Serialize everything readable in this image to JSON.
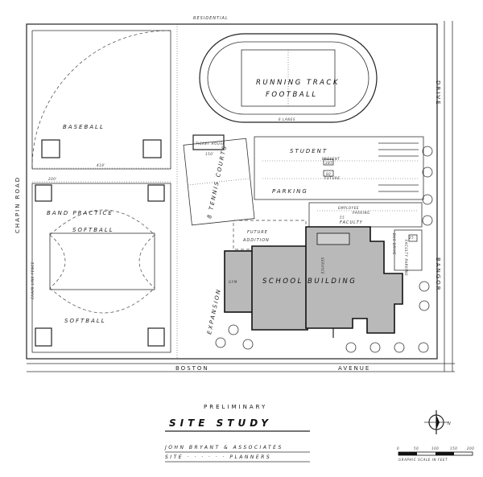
{
  "labels": {
    "residential": "RESIDENTIAL",
    "running_track": "RUNNING TRACK",
    "football": "FOOTBALL",
    "lanes": "6 LANES",
    "baseball": "BASEBALL",
    "ticket_house": "TICKET HOUSE",
    "tennis_courts": "8 TENNIS COURTS",
    "student": "STUDENT",
    "parking": "PARKING",
    "present": "PRESENT",
    "present_count": "385",
    "future": "FUTURE",
    "future_count": "90",
    "employee": "EMPLOYEE",
    "employee_parking": "PARKING",
    "employee_count": "55",
    "faculty": "FACULTY",
    "band_practice": "BAND PRACTICE",
    "softball_top": "SOFTBALL",
    "softball_bottom": "SOFTBALL",
    "chain_link_fence": "CHAIN LINK FENCE",
    "future_addition_1": "FUTURE",
    "future_addition_2": "ADDITION",
    "service": "SERVICE",
    "gym": "GYM",
    "school_building": "SCHOOL BUILDING",
    "expansion": "EXPANSION",
    "bus_drive": "BUS DRIVE",
    "faculty_parking": "FACULTY PARKING",
    "faculty_count": "25",
    "road_chapin": "CHAPIN ROAD",
    "road_boston": "BOSTON",
    "road_avenue": "AVENUE",
    "road_bangor": "BANGOR",
    "road_drive": "DRIVE",
    "dim_baseball": "418'",
    "dim_softball": "200'",
    "dim_tennis": "150'"
  },
  "title": {
    "preliminary": "PRELIMINARY",
    "site_study": "SITE STUDY",
    "firm": "JOHN BRYANT & ASSOCIATES",
    "firm_role": "SITE · · · · · · PLANNERS"
  },
  "scale": {
    "label": "GRAPHIC SCALE IN FEET",
    "ticks": [
      "0",
      "50",
      "100",
      "150",
      "200"
    ]
  },
  "north": {
    "letter": "N"
  }
}
